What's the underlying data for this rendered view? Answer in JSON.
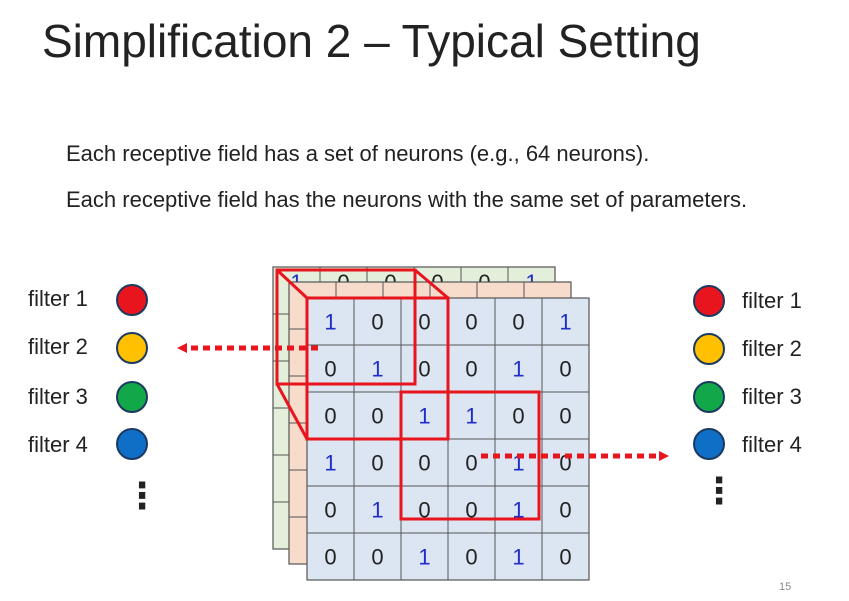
{
  "slide": {
    "title": "Simplification 2 – Typical Setting",
    "bullet_1": "Each receptive field has a set of neurons (e.g., 64 neurons).",
    "bullet_2": "Each receptive field has the neurons with the same set of parameters.",
    "page_number": "15"
  },
  "filters_left": [
    {
      "label": "filter 1",
      "color": "#e8141e"
    },
    {
      "label": "filter 2",
      "color": "#ffc000"
    },
    {
      "label": "filter 3",
      "color": "#12a84a"
    },
    {
      "label": "filter 4",
      "color": "#0f6ec6"
    }
  ],
  "filters_right": [
    {
      "label": "filter 1",
      "color": "#e8141e"
    },
    {
      "label": "filter 2",
      "color": "#ffc000"
    },
    {
      "label": "filter 3",
      "color": "#12a84a"
    },
    {
      "label": "filter 4",
      "color": "#0f6ec6"
    }
  ],
  "ellipsis": "⋮",
  "image_grid": {
    "rows": [
      [
        "1",
        "0",
        "0",
        "0",
        "0",
        "1"
      ],
      [
        "0",
        "1",
        "0",
        "0",
        "1",
        "0"
      ],
      [
        "0",
        "0",
        "1",
        "1",
        "0",
        "0"
      ],
      [
        "1",
        "0",
        "0",
        "0",
        "1",
        "0"
      ],
      [
        "0",
        "1",
        "0",
        "0",
        "1",
        "0"
      ],
      [
        "0",
        "0",
        "1",
        "0",
        "1",
        "0"
      ]
    ],
    "one_color": "#1f2ec8",
    "zero_color": "#222222",
    "front_fill": "#dce6f2",
    "middle_fill": "#f8dccb",
    "back_fill": "#e3eedb",
    "highlight_color": "#e8141e",
    "back_partial_row": [
      "1",
      "0",
      "0",
      "0",
      "0",
      "1"
    ]
  }
}
